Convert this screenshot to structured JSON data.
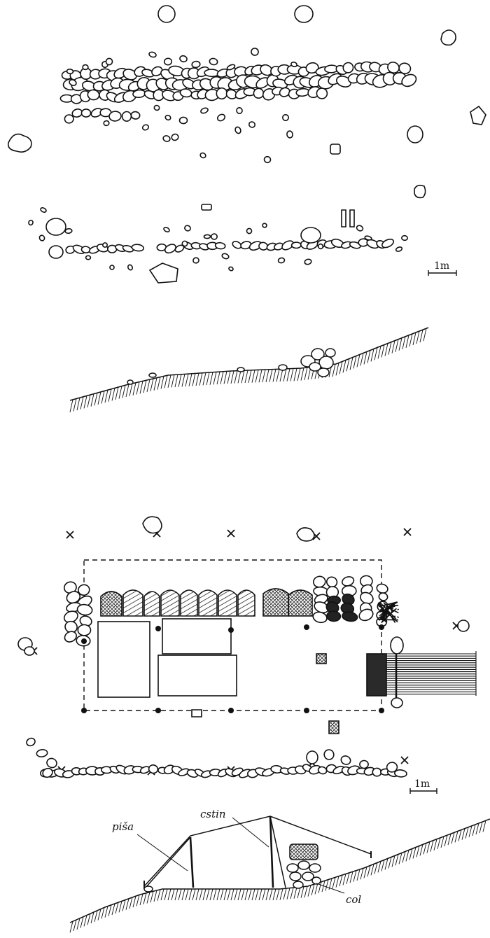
{
  "figure": {
    "top_plan": {
      "scale_label": "1m"
    },
    "bottom_plan": {
      "scale_label": "1m"
    },
    "tent_section": {
      "labels": {
        "pisa": "piša",
        "cstin": "cstin",
        "col": "col"
      }
    }
  },
  "colors": {
    "ink": "#111111",
    "paper": "#ffffff",
    "hatch_fill": "#8a8a8a",
    "dark_fill": "#222222"
  }
}
